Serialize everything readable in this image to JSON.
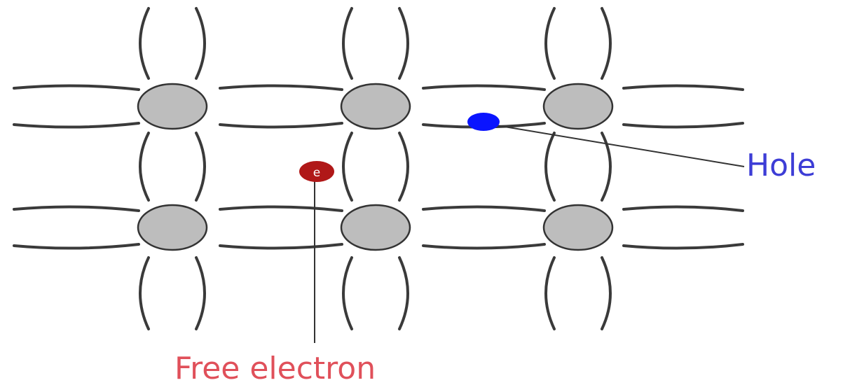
{
  "labels": {
    "hole": "Hole",
    "free_electron": "Free electron",
    "electron_symbol": "e"
  },
  "colors": {
    "atom_fill": "#bdbdbd",
    "atom_stroke": "#333333",
    "bond": "#3a3a3a",
    "hole": "#0a14ff",
    "free_electron": "#b01818",
    "hole_label": "#3d3dd6",
    "free_electron_label": "#e0505a"
  }
}
